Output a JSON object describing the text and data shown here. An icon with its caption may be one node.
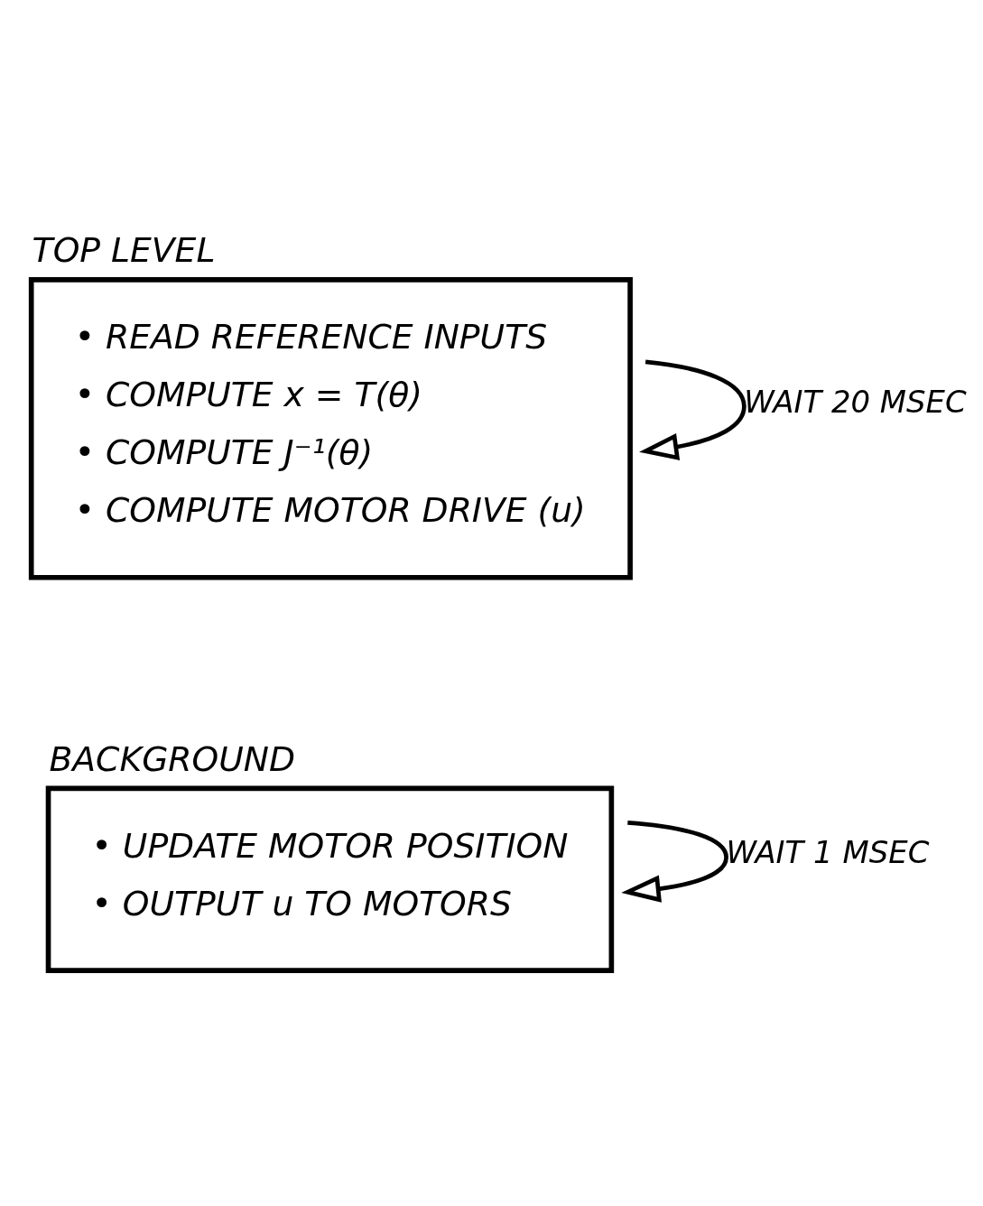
{
  "diagram": {
    "nodes": [
      {
        "text": [
          "TOP LEVEL",
          "• READ REFERENCE INPUTS",
          "• COMPUTE x = T(θ)",
          "• COMPUTE J⁻¹(θ)",
          "• COMPUTE MOTOR DRIVE (u)"
        ]
      },
      {
        "text": [
          "BACKGROUND",
          "• UPDATE MOTOR POSITION",
          "• OUTPUT u TO MOTORS"
        ]
      }
    ],
    "edges": [
      {
        "from": 0,
        "to": 0,
        "arrow": "to",
        "label": "WAIT 20 MSEC"
      },
      {
        "from": 1,
        "to": 1,
        "arrow": "to",
        "label": "WAIT 1 MSEC"
      }
    ]
  }
}
